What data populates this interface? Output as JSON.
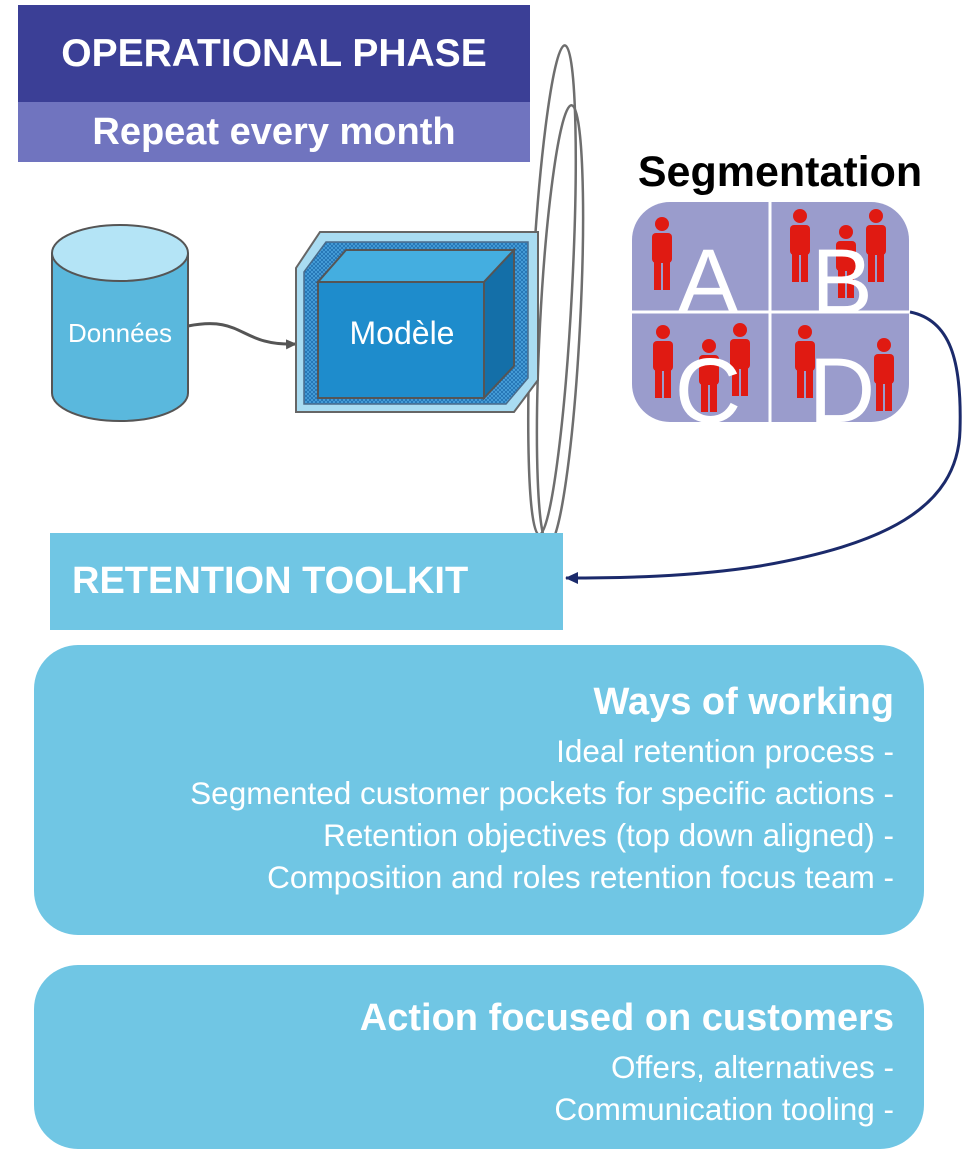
{
  "header": {
    "title": "OPERATIONAL PHASE",
    "subtitle": "Repeat every month"
  },
  "flow": {
    "data_label": "Données",
    "model_label": "Modèle"
  },
  "segmentation": {
    "title": "Segmentation",
    "segments": [
      "A",
      "B",
      "C",
      "D"
    ]
  },
  "toolkit": {
    "title": "RETENTION TOOLKIT"
  },
  "ways_of_working": {
    "title": "Ways of working",
    "items": [
      "Ideal retention process -",
      "Segmented customer pockets for specific actions -",
      "Retention objectives (top down aligned) -",
      "Composition and roles retention focus team -"
    ]
  },
  "actions": {
    "title": "Action focused on customers",
    "items": [
      "Offers, alternatives -",
      "Communication tooling -"
    ]
  },
  "colors": {
    "header_dark": "#3b3f96",
    "header_light": "#7074bf",
    "toolkit_blue": "#70c6e4",
    "segment_purple": "#9a9ccc",
    "person_red": "#e01a12",
    "arrow_navy": "#1b2a6b"
  }
}
